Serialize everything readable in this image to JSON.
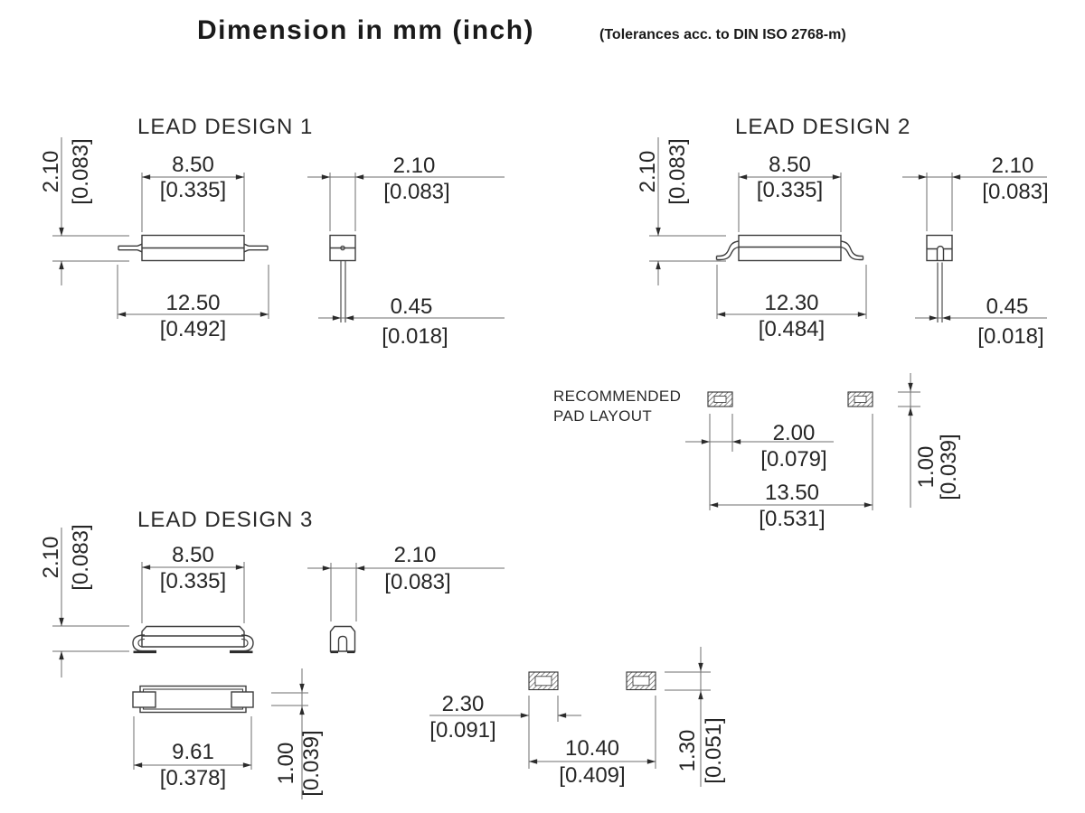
{
  "title": {
    "main": "Dimension in mm (inch)",
    "tolerance": "(Tolerances acc. to DIN ISO 2768-m)"
  },
  "ld1": {
    "label": "LEAD DESIGN 1",
    "height_mm": "2.10",
    "height_in": "[0.083]",
    "body_mm": "8.50",
    "body_in": "[0.335]",
    "length_mm": "12.50",
    "length_in": "[0.492]",
    "end_mm": "2.10",
    "end_in": "[0.083]",
    "lead_mm": "0.45",
    "lead_in": "[0.018]"
  },
  "ld2": {
    "label": "LEAD DESIGN 2",
    "height_mm": "2.10",
    "height_in": "[0.083]",
    "body_mm": "8.50",
    "body_in": "[0.335]",
    "length_mm": "12.30",
    "length_in": "[0.484]",
    "end_mm": "2.10",
    "end_in": "[0.083]",
    "lead_mm": "0.45",
    "lead_in": "[0.018]"
  },
  "pad2": {
    "label1": "RECOMMENDED",
    "label2": "PAD LAYOUT",
    "pad_mm": "2.00",
    "pad_in": "[0.079]",
    "span_mm": "13.50",
    "span_in": "[0.531]",
    "height_mm": "1.00",
    "height_in": "[0.039]"
  },
  "ld3": {
    "label": "LEAD DESIGN 3",
    "height_mm": "2.10",
    "height_in": "[0.083]",
    "body_mm": "8.50",
    "body_in": "[0.335]",
    "end_mm": "2.10",
    "end_in": "[0.083]",
    "length_mm": "9.61",
    "length_in": "[0.378]",
    "foot_mm": "1.00",
    "foot_in": "[0.039]"
  },
  "pad3": {
    "pad_mm": "2.30",
    "pad_in": "[0.091]",
    "span_mm": "10.40",
    "span_in": "[0.409]",
    "height_mm": "1.30",
    "height_in": "[0.051]"
  }
}
